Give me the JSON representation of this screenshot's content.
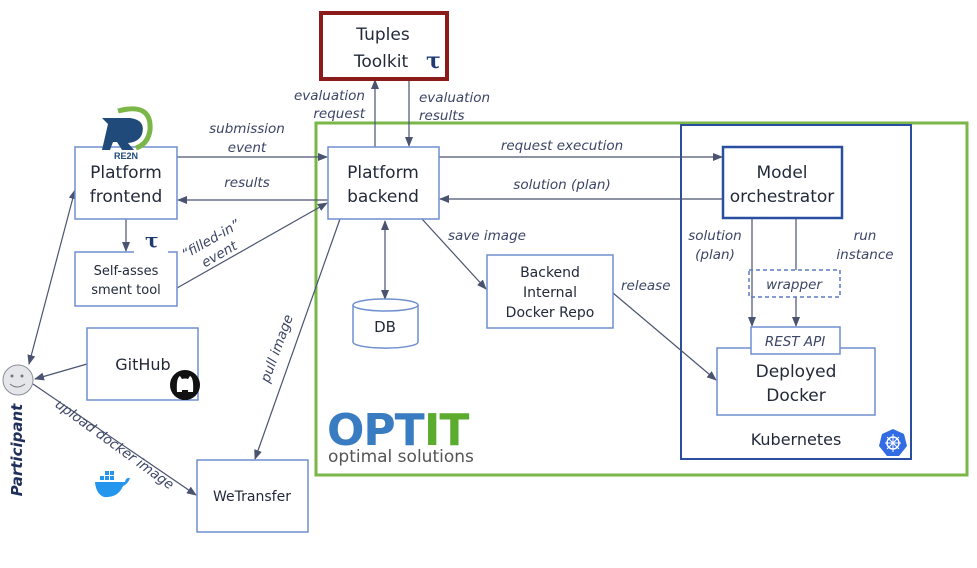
{
  "colors": {
    "optit_border": "#7ab648",
    "kubernetes_border": "#2a4fa0",
    "tuples_border": "#8b1a1a",
    "box_border": "#6f8fcf",
    "optit_blue": "#3a7cc1",
    "optit_green": "#5aab2e"
  },
  "nodes": {
    "tuples": {
      "line1": "Tuples",
      "line2": "Toolkit",
      "symbol": "τ"
    },
    "frontend": {
      "line1": "Platform",
      "line2": "frontend",
      "logo_text": "RE2N"
    },
    "backend": {
      "line1": "Platform",
      "line2": "backend"
    },
    "self_assessment": {
      "line1": "Self-asses",
      "line2": "sment tool",
      "symbol": "τ"
    },
    "github": {
      "label": "GitHub",
      "icon": "github-icon"
    },
    "participant": {
      "label": "Participant",
      "icon": "smiley-face-icon"
    },
    "wetransfer": {
      "label": "WeTransfer"
    },
    "db": {
      "label": "DB"
    },
    "docker_repo": {
      "line1": "Backend",
      "line2": "Internal",
      "line3": "Docker Repo"
    },
    "orchestrator": {
      "line1": "Model",
      "line2": "orchestrator"
    },
    "wrapper": {
      "label": "wrapper"
    },
    "rest_api": {
      "label": "REST API"
    },
    "deployed_docker": {
      "line1": "Deployed",
      "line2": "Docker"
    },
    "kubernetes": {
      "label": "Kubernetes",
      "icon": "kubernetes-icon"
    },
    "optit": {
      "logo_a": "OPT",
      "logo_b": "IT",
      "tagline": "optimal solutions"
    }
  },
  "edges": {
    "submission_event": {
      "l1": "submission",
      "l2": "event"
    },
    "results": {
      "l1": "results"
    },
    "filled_in": {
      "l1": "“filled-in”",
      "l2": "event"
    },
    "evaluation_request": {
      "l1": "evaluation",
      "l2": "request"
    },
    "evaluation_results": {
      "l1": "evaluation",
      "l2": "results"
    },
    "request_execution": {
      "l1": "request execution"
    },
    "solution_plan": {
      "l1": "solution (plan)"
    },
    "save_image": {
      "l1": "save image"
    },
    "release": {
      "l1": "release"
    },
    "pull_image": {
      "l1": "pull image"
    },
    "solution_plan_inner": {
      "l1": "solution",
      "l2": "(plan)"
    },
    "run_instance": {
      "l1": "run",
      "l2": "instance"
    },
    "upload_docker": {
      "l1": "upload docker image"
    }
  }
}
